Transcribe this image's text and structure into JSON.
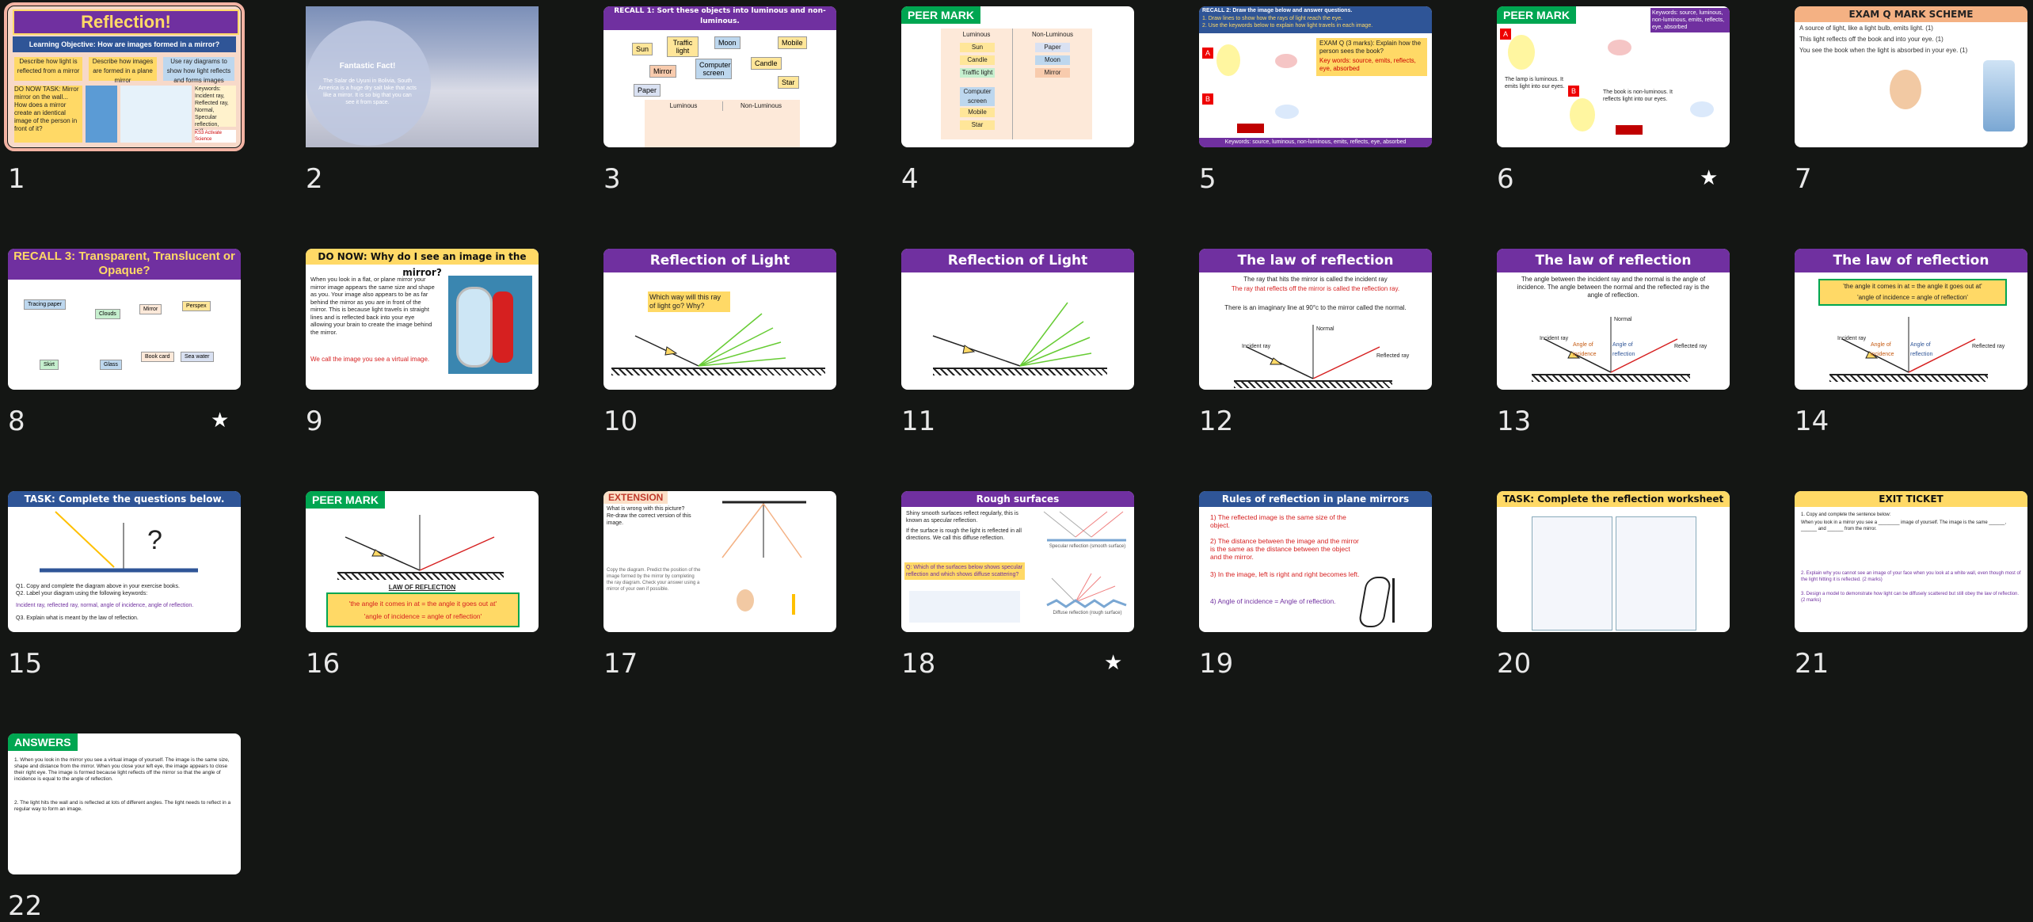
{
  "slides": [
    {
      "n": "1",
      "title": "Reflection!",
      "objective": "Learning Objective: How are images formed in a mirror?",
      "boxes": [
        "Describe how light is reflected from a mirror",
        "Describe how images are formed in a plane mirror",
        "Use ray diagrams to show how light reflects and forms images"
      ],
      "task": "DO NOW TASK: Mirror mirror on the wall... How does a mirror create an identical image of the person in front of it?",
      "keywords": "Keywords: Incident ray, Reflected ray, Normal, Specular reflection, Diffuse scattering",
      "footer": "KS3 Activate Science",
      "star": ""
    },
    {
      "n": "2",
      "title": "Fantastic Fact!",
      "body": "The Salar de Uyuni in Bolivia, South America is a huge dry salt lake that acts like a mirror. It is so big that you can see it from space.",
      "star": ""
    },
    {
      "n": "3",
      "title": "RECALL 1: Sort these objects into luminous and non-luminous.",
      "items": [
        "Sun",
        "Traffic light",
        "Moon",
        "Mobile",
        "Mirror",
        "Computer screen",
        "Candle",
        "Paper",
        "Star"
      ],
      "cols": [
        "Luminous",
        "Non-Luminous"
      ],
      "star": ""
    },
    {
      "n": "4",
      "title": "PEER MARK",
      "cols": [
        "Luminous",
        "Non-Luminous"
      ],
      "lum": [
        "Sun",
        "Candle",
        "Traffic light",
        "Computer screen",
        "Mobile",
        "Star"
      ],
      "nonlum": [
        "Paper",
        "Moon",
        "Mirror"
      ],
      "star": ""
    },
    {
      "n": "5",
      "title": "RECALL 2: Draw the image below and answer questions.",
      "lines": [
        "1. Draw lines to show how the rays of light reach the eye.",
        "2. Use the keywords below to explain how light travels in each image."
      ],
      "exam": "EXAM Q (3 marks): Explain how the person sees the book?",
      "keys": "Key words: source, emits, reflects, eye, absorbed",
      "footer": "Keywords: source, luminous, non-luminous, emits, reflects, eye, absorbed",
      "star": ""
    },
    {
      "n": "6",
      "title": "PEER MARK",
      "keywords": "Keywords: source, luminous, non-luminous, emits, reflects, eye, absorbed",
      "a": "The lamp is luminous. It emits light into our eyes.",
      "b": "The book is non-luminous. It reflects light into our eyes.",
      "star": "★"
    },
    {
      "n": "7",
      "title": "EXAM Q MARK SCHEME",
      "lines": [
        "A source of light, like a light bulb, emits light. (1)",
        "This light reflects off the book and into your eye. (1)",
        "You see the book when the light is absorbed in your eye. (1)"
      ],
      "star": ""
    },
    {
      "n": "8",
      "title": "RECALL 3: Transparent, Translucent or Opaque?",
      "items": [
        "Tracing paper",
        "Clouds",
        "Mirror",
        "Perspex",
        "Skirt",
        "Glass",
        "Book card",
        "Sea water"
      ],
      "star": "★"
    },
    {
      "n": "9",
      "title": "DO NOW: Why do I see an image in the mirror?",
      "body": "When you look in a flat, or plane mirror your mirror image appears the same size and shape as you. Your image also appears to be as far behind the mirror as you are in front of the mirror. This is because light travels in straight lines and is reflected back into your eye allowing your brain to create the image behind the mirror.",
      "footer": "We call the image you see a virtual image.",
      "star": ""
    },
    {
      "n": "10",
      "title": "Reflection of Light",
      "q": "Which way will this ray of light go? Why?",
      "star": ""
    },
    {
      "n": "11",
      "title": "Reflection of Light",
      "star": ""
    },
    {
      "n": "12",
      "title": "The law of reflection",
      "lines": [
        "The ray that hits the mirror is called the incident ray",
        "The ray that reflects off the mirror is called the reflection ray.",
        "There is an imaginary line at 90°c to the mirror called the normal."
      ],
      "labels": [
        "Incident ray",
        "Normal",
        "Reflected ray"
      ],
      "star": ""
    },
    {
      "n": "13",
      "title": "The law of reflection",
      "body": "The angle between the incident ray and the normal is the angle of incidence. The angle between the normal and the reflected ray is the angle of reflection.",
      "labels": [
        "Incident ray",
        "Angle of incidence",
        "Angle of reflection",
        "Normal",
        "Reflected ray"
      ],
      "star": ""
    },
    {
      "n": "14",
      "title": "The law of reflection",
      "law1": "'the angle it comes in at = the angle it goes out at'",
      "law2": "'angle of incidence = angle of reflection'",
      "labels": [
        "Incident ray",
        "Angle of incidence",
        "Angle of reflection",
        "Reflected ray"
      ],
      "star": ""
    },
    {
      "n": "15",
      "title": "TASK: Complete the questions below.",
      "lines": [
        "Q1. Copy and complete the diagram above in your exercise books.",
        "Q2. Label your diagram using the following keywords:",
        "Incident ray, reflected ray, normal, angle of incidence, angle of reflection.",
        "Q3. Explain what is meant by the law of reflection."
      ],
      "star": ""
    },
    {
      "n": "16",
      "title": "PEER MARK",
      "law": "LAW OF REFLECTION",
      "law1": "'the angle it comes in at = the angle it goes out at'",
      "law2": "'angle of incidence = angle of reflection'",
      "star": ""
    },
    {
      "n": "17",
      "title": "EXTENSION",
      "body": "What is wrong with this picture? Re-draw the correct version of this image.",
      "body2": "Copy the diagram. Predict the position of the image formed by the mirror by completing the ray diagram. Check your answer using a mirror of your own if possible.",
      "star": ""
    },
    {
      "n": "18",
      "title": "Rough surfaces",
      "lines": [
        "Shiny smooth surfaces reflect regularly, this is known as specular reflection.",
        "If the surface is rough the light is reflected in all directions. We call this diffuse reflection."
      ],
      "q": "Q: Which of the surfaces below shows specular reflection and which shows diffuse scattering?",
      "labels": [
        "Specular reflection (smooth surface)",
        "Diffuse reflection (rough surface)"
      ],
      "star": "★"
    },
    {
      "n": "19",
      "title": "Rules of reflection in plane mirrors",
      "rules": [
        "1) The reflected image is the same size of the object.",
        "2) The distance between the image and the mirror is the same as the distance between the object and the mirror.",
        "3) In the image, left is right and right becomes left.",
        "4) Angle of incidence = Angle of reflection."
      ],
      "star": ""
    },
    {
      "n": "20",
      "title": "TASK: Complete the reflection worksheet",
      "star": ""
    },
    {
      "n": "21",
      "title": "EXIT TICKET",
      "lines": [
        "1. Copy and complete the sentence below:",
        "When you look in a mirror you see a ________ image of yourself. The image is the same ______, ______ and ______ from the mirror.",
        "2. Explain why you cannot see an image of your face when you look at a white wall, even though most of the light hitting it is reflected. (2 marks)",
        "3. Design a model to demonstrate how light can be diffusely scattered but still obey the law of reflection. (2 marks)"
      ],
      "star": ""
    },
    {
      "n": "22",
      "title": "ANSWERS",
      "lines": [
        "1. When you look in the mirror you see a virtual image of yourself. The image is the same size, shape and distance from the mirror. When you close your left eye, the image appears to close their right eye. The image is formed because light reflects off the mirror so that the angle of incidence is equal to the angle of reflection.",
        "2. The light hits the wall and is reflected at lots of different angles. The light needs to reflect in a regular way to form an image."
      ],
      "star": ""
    }
  ]
}
